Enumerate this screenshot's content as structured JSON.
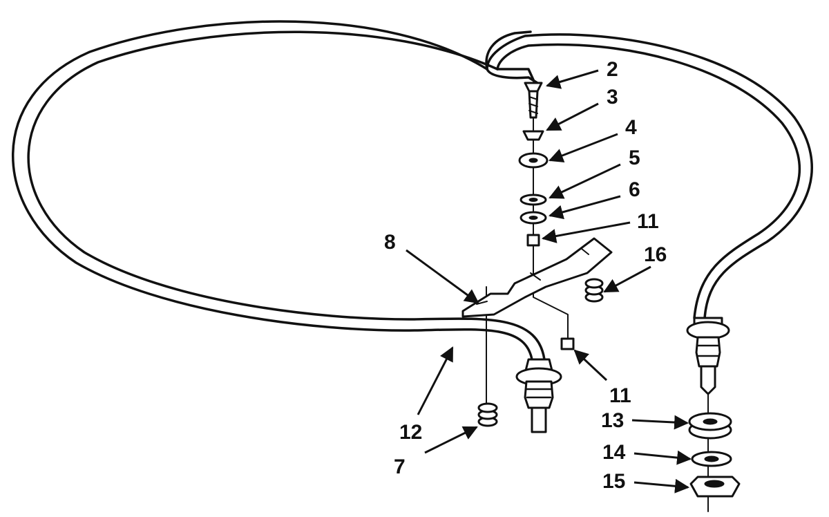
{
  "diagram": {
    "line_color": "#111111",
    "background": "#ffffff",
    "callouts": [
      "2",
      "3",
      "4",
      "5",
      "6",
      "11",
      "8",
      "16",
      "11",
      "12",
      "13",
      "14",
      "15",
      "7"
    ]
  }
}
